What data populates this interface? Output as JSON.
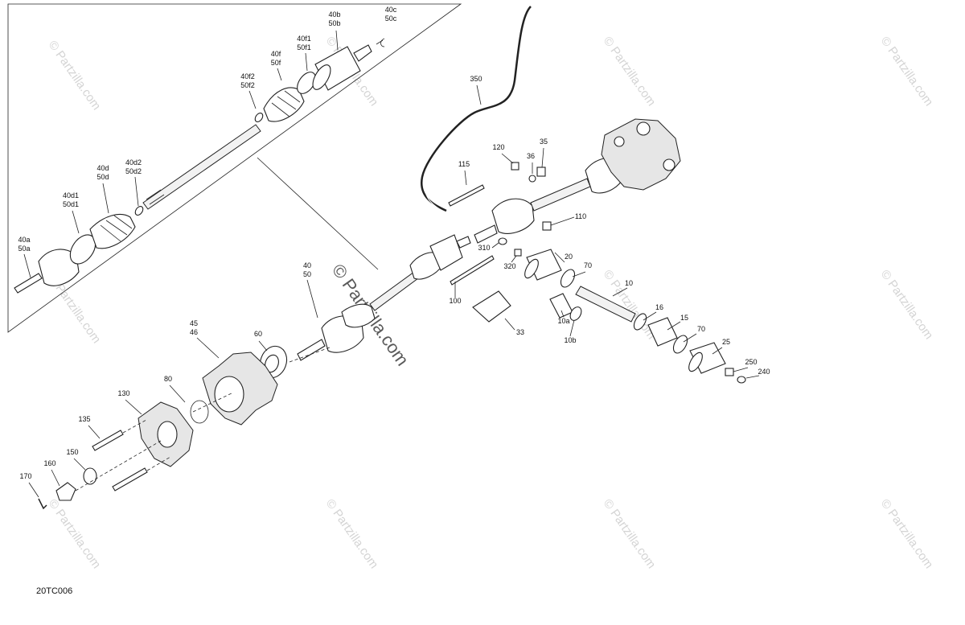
{
  "figure_code": "20TC006",
  "watermark": "© Partzilla.com",
  "parts": [
    {
      "id": "p40c",
      "lines": [
        "40c",
        "50c"
      ]
    },
    {
      "id": "p40b",
      "lines": [
        "40b",
        "50b"
      ]
    },
    {
      "id": "p40f1",
      "lines": [
        "40f1",
        "50f1"
      ]
    },
    {
      "id": "p40f",
      "lines": [
        "40f",
        "50f"
      ]
    },
    {
      "id": "p40f2",
      "lines": [
        "40f2",
        "50f2"
      ]
    },
    {
      "id": "p40d2",
      "lines": [
        "40d2",
        "50d2"
      ]
    },
    {
      "id": "p40d",
      "lines": [
        "40d",
        "50d"
      ]
    },
    {
      "id": "p40d1",
      "lines": [
        "40d1",
        "50d1"
      ]
    },
    {
      "id": "p40a",
      "lines": [
        "40a",
        "50a"
      ]
    },
    {
      "id": "p40",
      "lines": [
        "40",
        "50"
      ]
    },
    {
      "id": "p45",
      "lines": [
        "45",
        "46"
      ]
    },
    {
      "id": "p60",
      "lines": [
        "60"
      ]
    },
    {
      "id": "p80",
      "lines": [
        "80"
      ]
    },
    {
      "id": "p130",
      "lines": [
        "130"
      ]
    },
    {
      "id": "p135",
      "lines": [
        "135"
      ]
    },
    {
      "id": "p150",
      "lines": [
        "150"
      ]
    },
    {
      "id": "p160",
      "lines": [
        "160"
      ]
    },
    {
      "id": "p170",
      "lines": [
        "170"
      ]
    },
    {
      "id": "p350",
      "lines": [
        "350"
      ]
    },
    {
      "id": "p120",
      "lines": [
        "120"
      ]
    },
    {
      "id": "p36",
      "lines": [
        "36"
      ]
    },
    {
      "id": "p35",
      "lines": [
        "35"
      ]
    },
    {
      "id": "p115",
      "lines": [
        "115"
      ]
    },
    {
      "id": "p110",
      "lines": [
        "110"
      ]
    },
    {
      "id": "p310",
      "lines": [
        "310"
      ]
    },
    {
      "id": "p320",
      "lines": [
        "320"
      ]
    },
    {
      "id": "p100",
      "lines": [
        "100"
      ]
    },
    {
      "id": "p20",
      "lines": [
        "20"
      ]
    },
    {
      "id": "p70a",
      "lines": [
        "70"
      ]
    },
    {
      "id": "p10",
      "lines": [
        "10"
      ]
    },
    {
      "id": "p33",
      "lines": [
        "33"
      ]
    },
    {
      "id": "p10a",
      "lines": [
        "10a"
      ]
    },
    {
      "id": "p10b",
      "lines": [
        "10b"
      ]
    },
    {
      "id": "p16",
      "lines": [
        "16"
      ]
    },
    {
      "id": "p15",
      "lines": [
        "15"
      ]
    },
    {
      "id": "p70b",
      "lines": [
        "70"
      ]
    },
    {
      "id": "p25",
      "lines": [
        "25"
      ]
    },
    {
      "id": "p250",
      "lines": [
        "250"
      ]
    },
    {
      "id": "p240",
      "lines": [
        "240"
      ]
    }
  ]
}
